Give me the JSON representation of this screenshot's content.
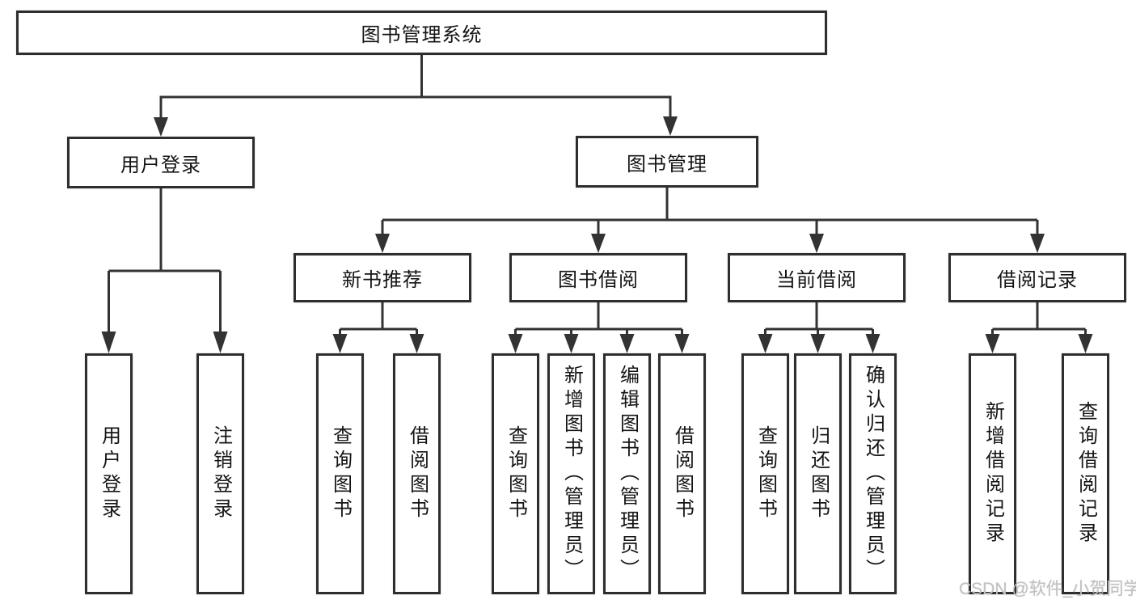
{
  "colors": {
    "background": "#ffffff",
    "line": "#333333",
    "box_border": "#2e2e2e",
    "text": "#141414",
    "watermark": "#c2c2c2"
  },
  "tree": {
    "root": {
      "label": "图书管理系统"
    },
    "branches": [
      {
        "label": "用户登录",
        "children": [
          {
            "label": "用户登录"
          },
          {
            "label": "注销登录"
          }
        ]
      },
      {
        "label": "图书管理",
        "children": [
          {
            "label": "新书推荐",
            "children": [
              {
                "label": "查询图书"
              },
              {
                "label": "借阅图书"
              }
            ]
          },
          {
            "label": "图书借阅",
            "children": [
              {
                "label": "查询图书"
              },
              {
                "label": "新增图书（管理员）"
              },
              {
                "label": "编辑图书（管理员）"
              },
              {
                "label": "借阅图书"
              }
            ]
          },
          {
            "label": "当前借阅",
            "children": [
              {
                "label": "查询图书"
              },
              {
                "label": "归还图书"
              },
              {
                "label": "确认归还（管理员）"
              }
            ]
          },
          {
            "label": "借阅记录",
            "children": [
              {
                "label": "新增借阅记录"
              },
              {
                "label": "查询借阅记录"
              }
            ]
          }
        ]
      }
    ]
  },
  "watermark": {
    "text": "CSDN @软件_小贺同学"
  }
}
